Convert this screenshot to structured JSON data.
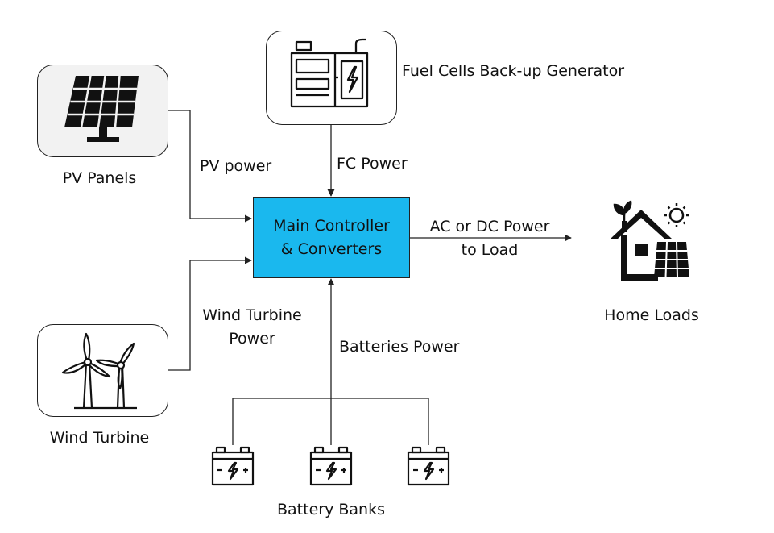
{
  "nodes": {
    "pv_panels": {
      "label": "PV Panels"
    },
    "wind_turbine": {
      "label": "Wind Turbine"
    },
    "fuel_cells": {
      "label": "Fuel Cells Back-up Generator"
    },
    "controller": {
      "line1": "Main Controller",
      "line2": "& Converters"
    },
    "home_loads": {
      "label": "Home Loads"
    },
    "battery_banks": {
      "label": "Battery Banks"
    }
  },
  "edges": {
    "pv_power": "PV power",
    "fc_power": "FC Power",
    "wind_power_line1": "Wind Turbine",
    "wind_power_line2": "Power",
    "load_line1": "AC or DC Power",
    "load_line2": "to Load",
    "batteries_power": "Batteries Power"
  },
  "colors": {
    "controller_fill": "#1ab8ee",
    "icon_box_fill": "#f2f2f2",
    "line": "#222222"
  }
}
